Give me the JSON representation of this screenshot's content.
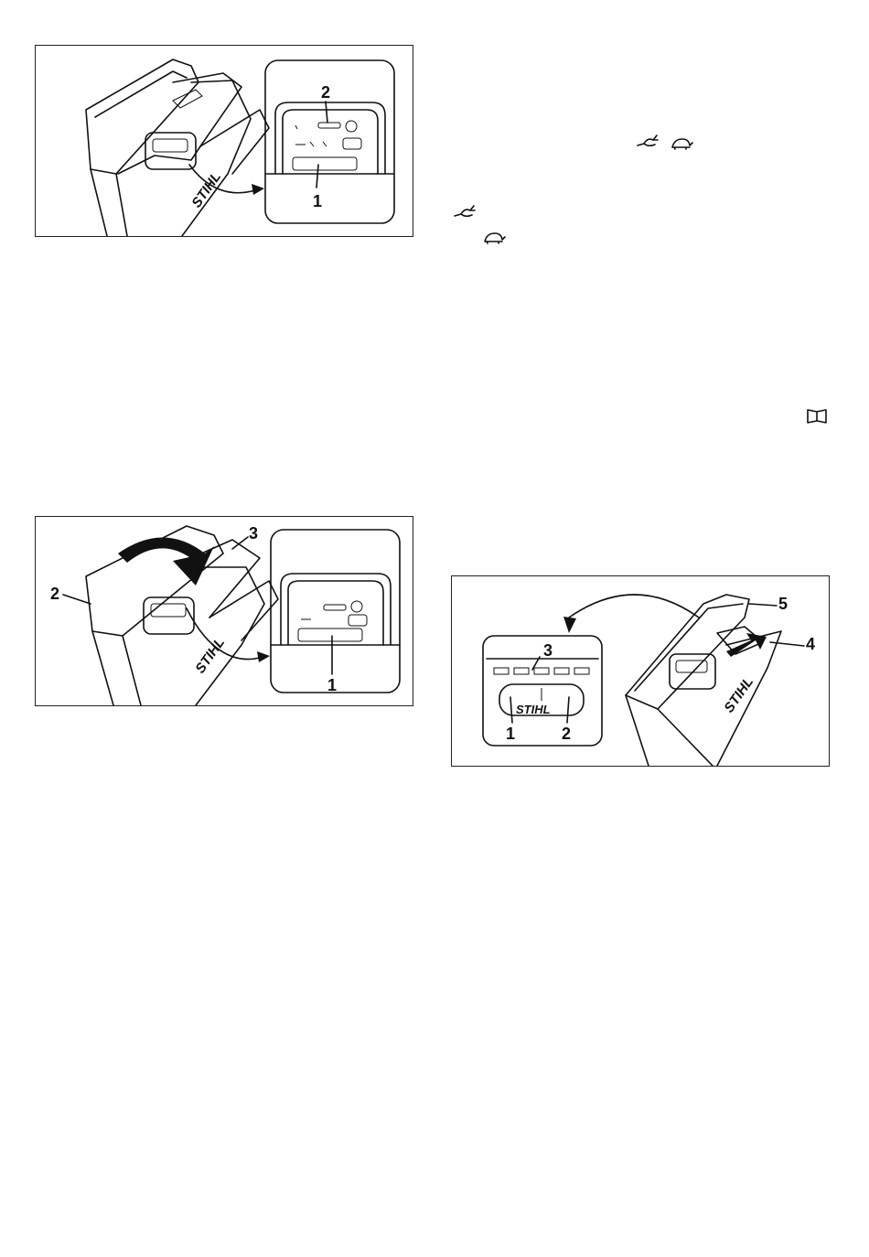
{
  "figures": {
    "fig1": {
      "callouts": [
        "2",
        "1"
      ]
    },
    "fig2": {
      "callouts": [
        "3",
        "2",
        "1"
      ]
    },
    "fig3": {
      "callouts": [
        "5",
        "4",
        "3",
        "1",
        "2"
      ],
      "panel_logo": "STIHL"
    }
  },
  "housing_logo": "STIHL",
  "icons": {
    "rabbit_inline": "rabbit-icon",
    "turtle_inline": "turtle-icon",
    "rabbit_margin": "rabbit-icon",
    "turtle_margin": "turtle-icon",
    "manual": "book-icon"
  },
  "colors": {
    "line": "#111111",
    "background": "#ffffff"
  }
}
